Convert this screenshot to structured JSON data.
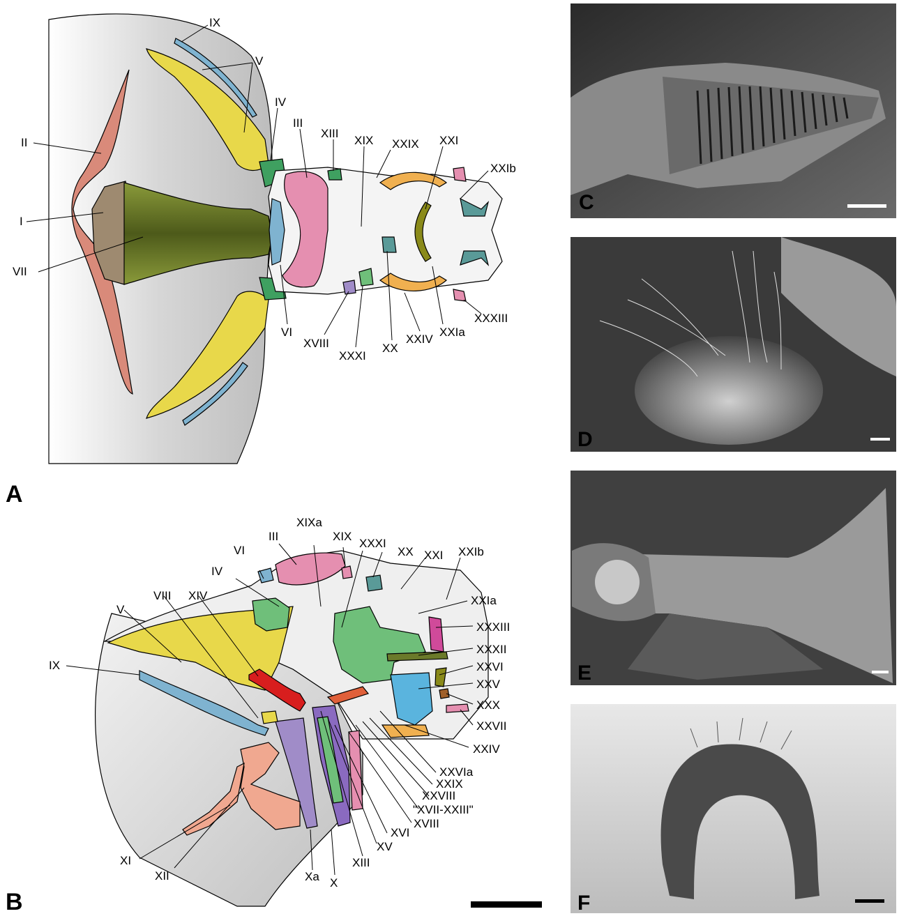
{
  "panels": {
    "A": "A",
    "B": "B",
    "C": "C",
    "D": "D",
    "E": "E",
    "F": "F"
  },
  "panel_a_labels": {
    "IX": "IX",
    "V": "V",
    "IV": "IV",
    "II": "II",
    "III": "III",
    "XIII": "XIII",
    "XIX": "XIX",
    "XXIX": "XXIX",
    "XXI": "XXI",
    "XXIb": "XXIb",
    "I": "I",
    "VII": "VII",
    "VI": "VI",
    "XVIII": "XVIII",
    "XXXI": "XXXI",
    "XX": "XX",
    "XXIV": "XXIV",
    "XXIa": "XXIa",
    "XXXIII": "XXXIII"
  },
  "panel_b_labels": {
    "III": "III",
    "XIXa": "XIXa",
    "XIX": "XIX",
    "XXXI": "XXXI",
    "XX": "XX",
    "XXI": "XXI",
    "XXIb": "XXIb",
    "VI": "VI",
    "IV": "IV",
    "XXIa": "XXIa",
    "VIII": "VIII",
    "XIV": "XIV",
    "V": "V",
    "XXXIII": "XXXIII",
    "XXXII": "XXXII",
    "IX": "IX",
    "XXVI": "XXVI",
    "XXV": "XXV",
    "XXX": "XXX",
    "XXVII": "XXVII",
    "XXIV": "XXIV",
    "XXVIa": "XXVIa",
    "XXIX": "XXIX",
    "XXVIII": "XXVIII",
    "XVII_XXIII": "\"XVII-XXIII\"",
    "XVIII": "XVIII",
    "XVI": "XVI",
    "XV": "XV",
    "XIII": "XIII",
    "X": "X",
    "Xa": "Xa",
    "XI": "XI",
    "XII": "XII"
  },
  "colors": {
    "head_gray": "#d9d9d9",
    "salmon": "#d98a7a",
    "olive": "#6b7a2a",
    "yellow": "#e8d84a",
    "blue": "#7fb3d0",
    "green": "#6fbf7a",
    "pink": "#e58fb0",
    "orange": "#f0b050",
    "purple": "#a08cc8",
    "red": "#d81e1e",
    "peach": "#f0a890",
    "teal": "#5a9a98",
    "cyan": "#5ab4de",
    "sem_dark": "#3a3a3a",
    "sem_light": "#bdbdbd"
  }
}
